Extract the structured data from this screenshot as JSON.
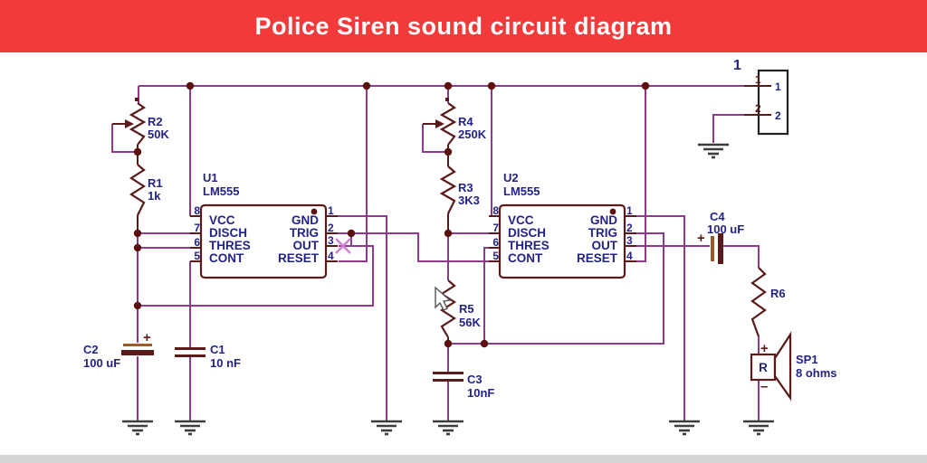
{
  "banner": {
    "title": "Police Siren sound circuit diagram"
  },
  "colors": {
    "banner_bg": "#f23a3a",
    "wire": "#8d3a8d",
    "component": "#5a1a1a",
    "label": "#232387"
  },
  "circuit": {
    "ics": {
      "u1": {
        "ref": "U1",
        "part": "LM555",
        "pins_left": [
          {
            "n": "8",
            "label": "VCC"
          },
          {
            "n": "7",
            "label": "DISCH"
          },
          {
            "n": "6",
            "label": "THRES"
          },
          {
            "n": "5",
            "label": "CONT"
          }
        ],
        "pins_right": [
          {
            "n": "1",
            "label": "GND"
          },
          {
            "n": "2",
            "label": "TRIG"
          },
          {
            "n": "3",
            "label": "OUT"
          },
          {
            "n": "4",
            "label": "RESET"
          }
        ]
      },
      "u2": {
        "ref": "U2",
        "part": "LM555",
        "pins_left": [
          {
            "n": "8",
            "label": "VCC"
          },
          {
            "n": "7",
            "label": "DISCH"
          },
          {
            "n": "6",
            "label": "THRES"
          },
          {
            "n": "5",
            "label": "CONT"
          }
        ],
        "pins_right": [
          {
            "n": "1",
            "label": "GND"
          },
          {
            "n": "2",
            "label": "TRIG"
          },
          {
            "n": "3",
            "label": "OUT"
          },
          {
            "n": "4",
            "label": "RESET"
          }
        ]
      }
    },
    "resistors": {
      "r1": {
        "ref": "R1",
        "value": "1k"
      },
      "r2": {
        "ref": "R2",
        "value": "50K"
      },
      "r3": {
        "ref": "R3",
        "value": "3K3"
      },
      "r4": {
        "ref": "R4",
        "value": "250K"
      },
      "r5": {
        "ref": "R5",
        "value": "56K"
      },
      "r6": {
        "ref": "R6",
        "value": ""
      }
    },
    "capacitors": {
      "c1": {
        "ref": "C1",
        "value": "10 nF"
      },
      "c2": {
        "ref": "C2",
        "value": "100 uF",
        "polarity": "+"
      },
      "c3": {
        "ref": "C3",
        "value": "10nF"
      },
      "c4": {
        "ref": "C4",
        "value": "100 uF",
        "polarity": "+"
      }
    },
    "speaker": {
      "ref": "SP1",
      "value": "8 ohms",
      "letter": "R",
      "plus": "+",
      "minus": "–"
    },
    "connector": {
      "big_label": "1",
      "pin1": "1",
      "pin2": "2"
    }
  }
}
